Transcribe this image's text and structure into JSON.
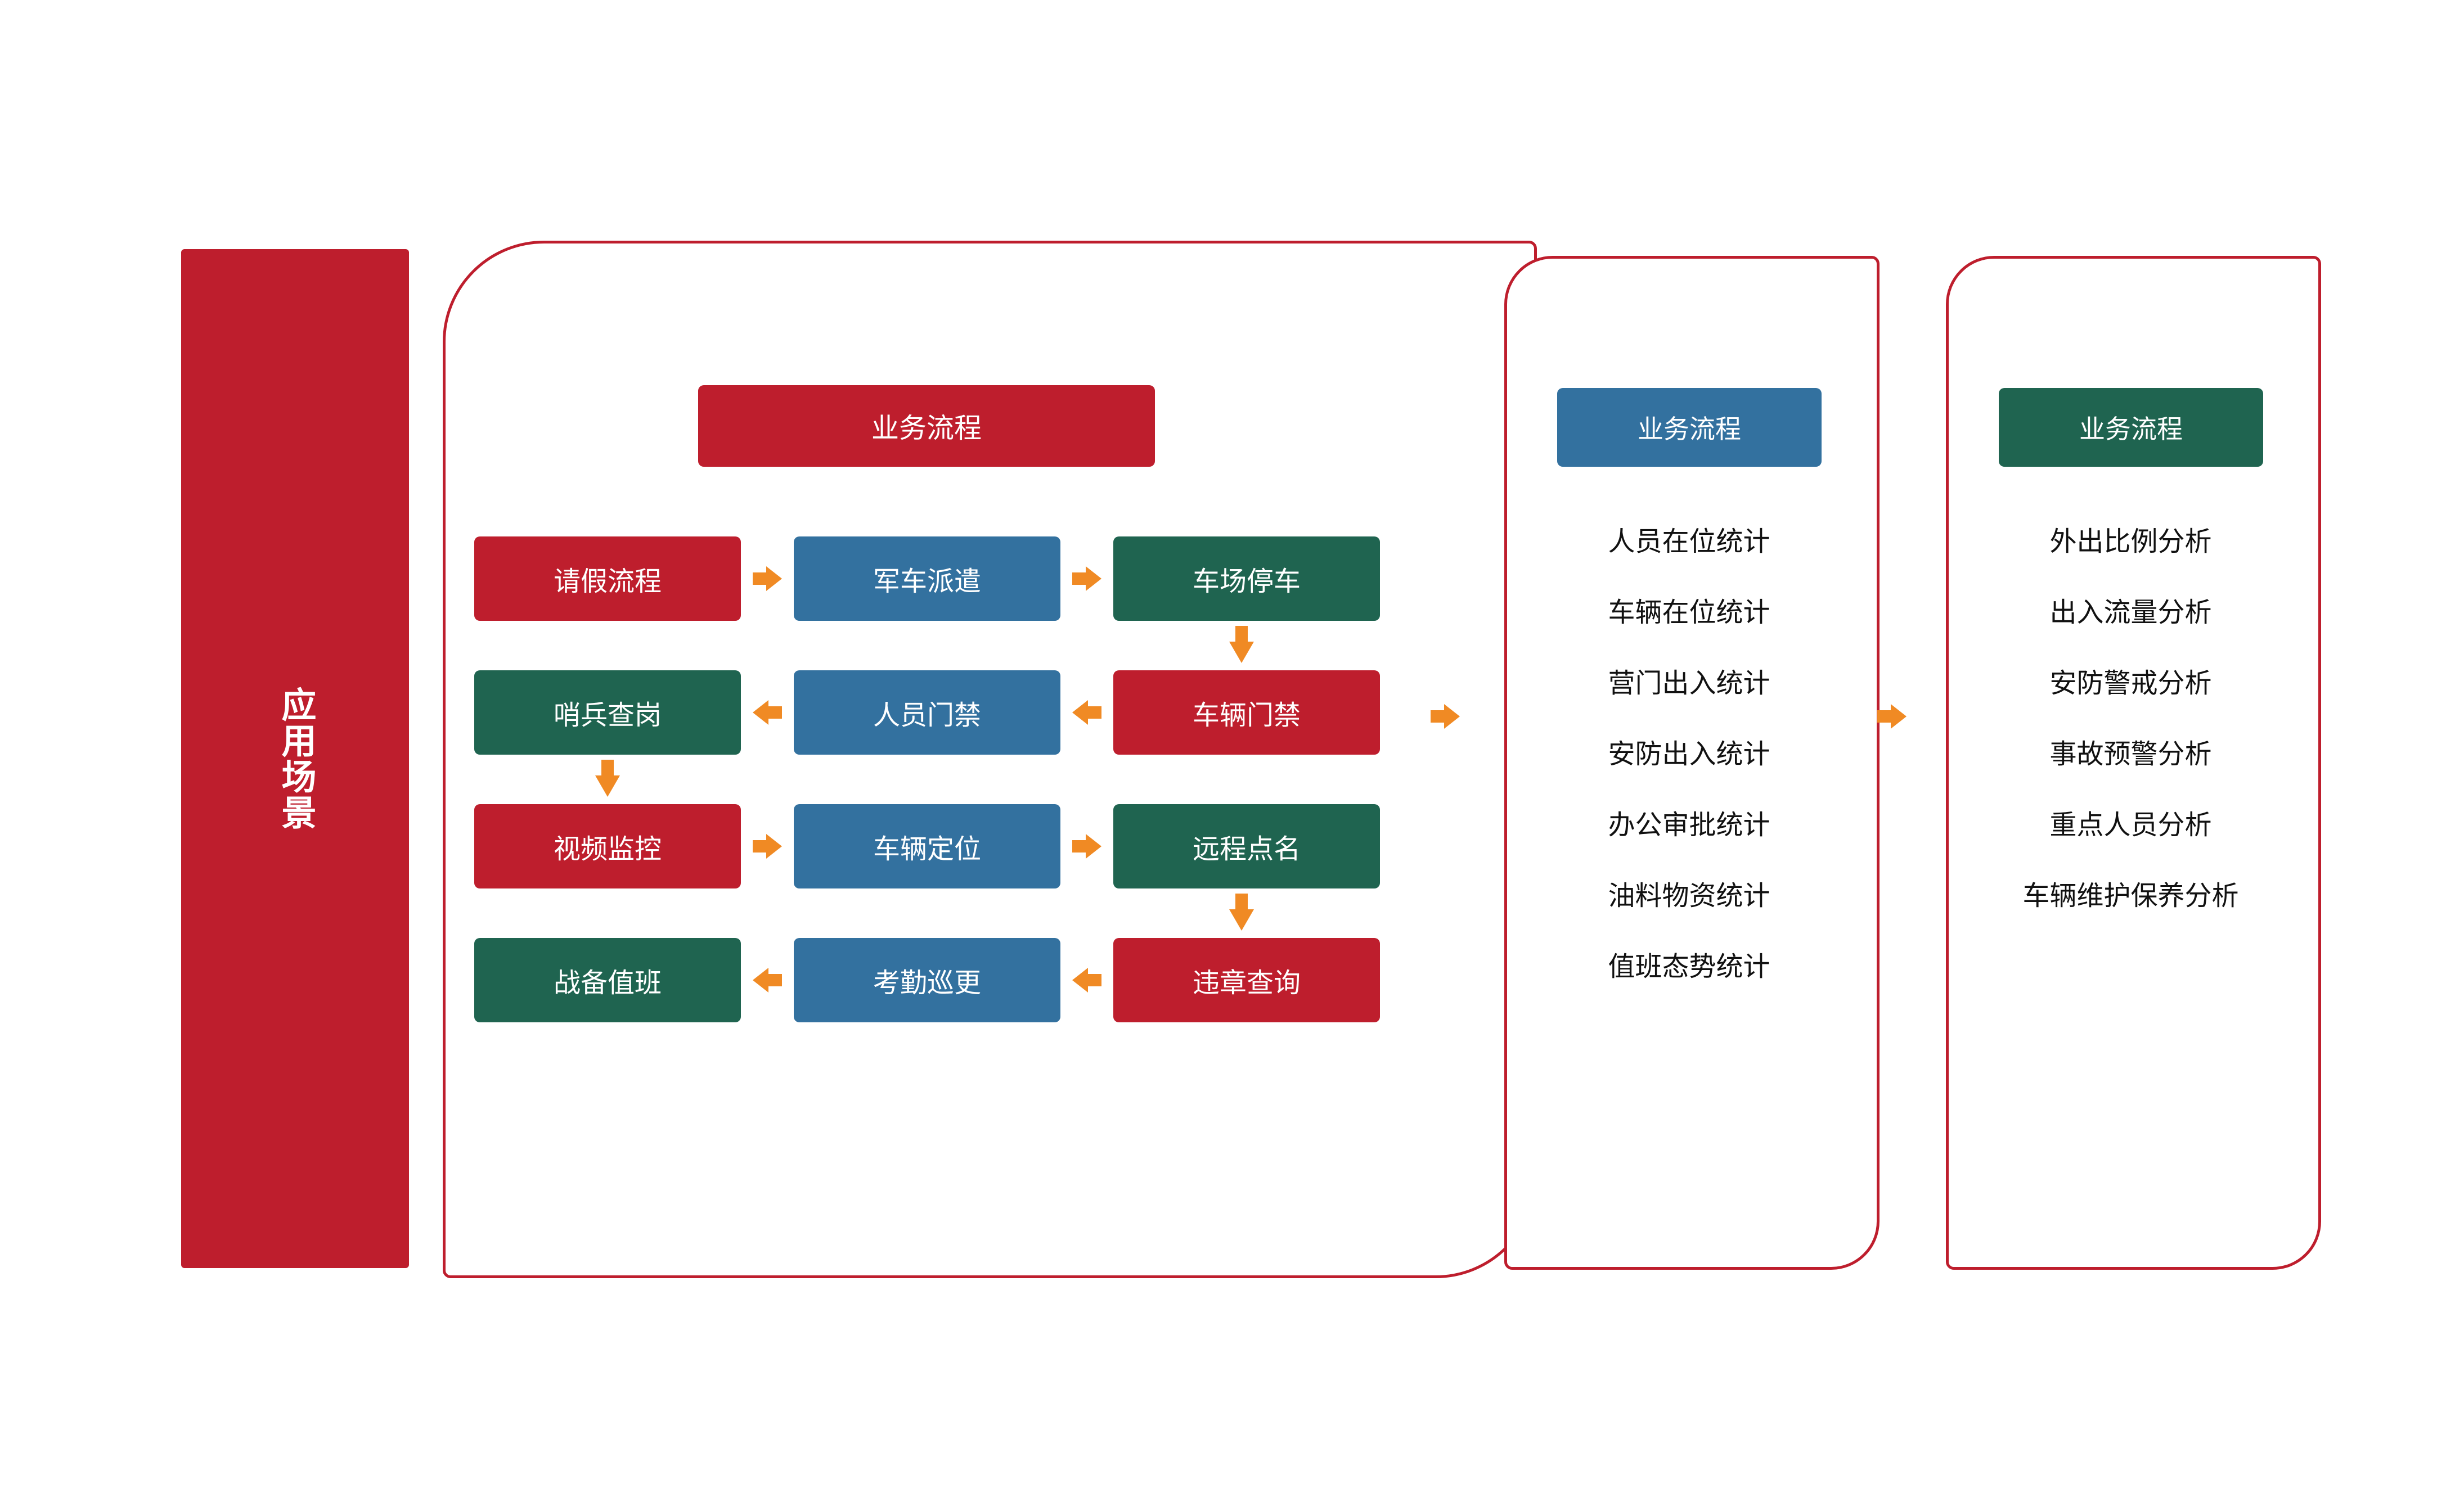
{
  "colors": {
    "red": "#BE1E2D",
    "blue": "#33719F",
    "green": "#1F6450",
    "arrow_orange": "#F08A24",
    "text_dark": "#111111",
    "white": "#FFFFFF"
  },
  "sidebar": {
    "label": "应用场景"
  },
  "main_panel": {
    "header": "业务流程",
    "header_color": "#BE1E2D",
    "rows": [
      {
        "direction": "right",
        "nodes": [
          {
            "label": "请假流程",
            "color": "red"
          },
          {
            "label": "军车派遣",
            "color": "blue"
          },
          {
            "label": "车场停车",
            "color": "green"
          }
        ]
      },
      {
        "direction": "left",
        "nodes": [
          {
            "label": "哨兵查岗",
            "color": "green"
          },
          {
            "label": "人员门禁",
            "color": "blue"
          },
          {
            "label": "车辆门禁",
            "color": "red"
          }
        ]
      },
      {
        "direction": "right",
        "nodes": [
          {
            "label": "视频监控",
            "color": "red"
          },
          {
            "label": "车辆定位",
            "color": "blue"
          },
          {
            "label": "远程点名",
            "color": "green"
          }
        ]
      },
      {
        "direction": "left",
        "nodes": [
          {
            "label": "战备值班",
            "color": "green"
          },
          {
            "label": "考勤巡更",
            "color": "blue"
          },
          {
            "label": "违章查询",
            "color": "red"
          }
        ]
      }
    ]
  },
  "middle_panel": {
    "header": "业务流程",
    "header_color": "#33719F",
    "items": [
      "人员在位统计",
      "车辆在位统计",
      "营门出入统计",
      "安防出入统计",
      "办公审批统计",
      "油料物资统计",
      "值班态势统计"
    ]
  },
  "right_panel": {
    "header": "业务流程",
    "header_color": "#1F6450",
    "items": [
      "外出比例分析",
      "出入流量分析",
      "安防警戒分析",
      "事故预警分析",
      "重点人员分析",
      "车辆维护保养分析"
    ]
  },
  "icons": {
    "arrow_right": "arrow-right-icon",
    "arrow_left": "arrow-left-icon",
    "arrow_down": "arrow-down-icon"
  }
}
